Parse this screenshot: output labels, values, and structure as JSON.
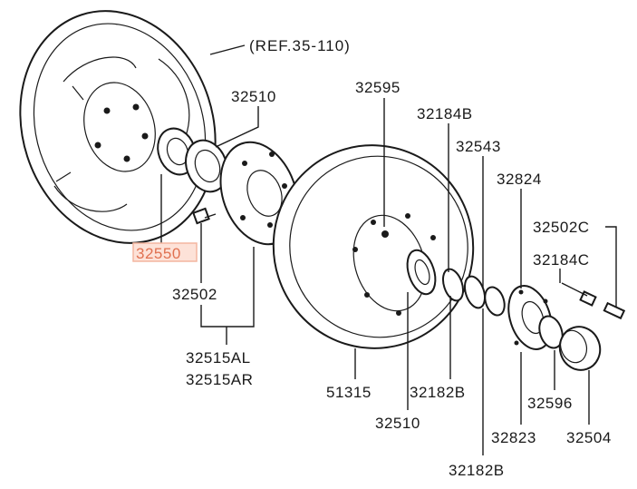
{
  "diagram": {
    "reference": "(REF.35-110)",
    "highlight_color": "#f4b6a0",
    "parts": [
      {
        "id": "p-32510-top",
        "label": "32510"
      },
      {
        "id": "p-32550",
        "label": "32550",
        "highlighted": true
      },
      {
        "id": "p-32502",
        "label": "32502"
      },
      {
        "id": "p-32515AL",
        "label": "32515AL"
      },
      {
        "id": "p-32515AR",
        "label": "32515AR"
      },
      {
        "id": "p-32595",
        "label": "32595"
      },
      {
        "id": "p-32184B",
        "label": "32184B"
      },
      {
        "id": "p-32543",
        "label": "32543"
      },
      {
        "id": "p-32824",
        "label": "32824"
      },
      {
        "id": "p-32502C",
        "label": "32502C"
      },
      {
        "id": "p-32184C",
        "label": "32184C"
      },
      {
        "id": "p-51315",
        "label": "51315"
      },
      {
        "id": "p-32182B-mid",
        "label": "32182B"
      },
      {
        "id": "p-32510-bot",
        "label": "32510"
      },
      {
        "id": "p-32596",
        "label": "32596"
      },
      {
        "id": "p-32823",
        "label": "32823"
      },
      {
        "id": "p-32504",
        "label": "32504"
      },
      {
        "id": "p-32182B-bot",
        "label": "32182B"
      }
    ]
  }
}
